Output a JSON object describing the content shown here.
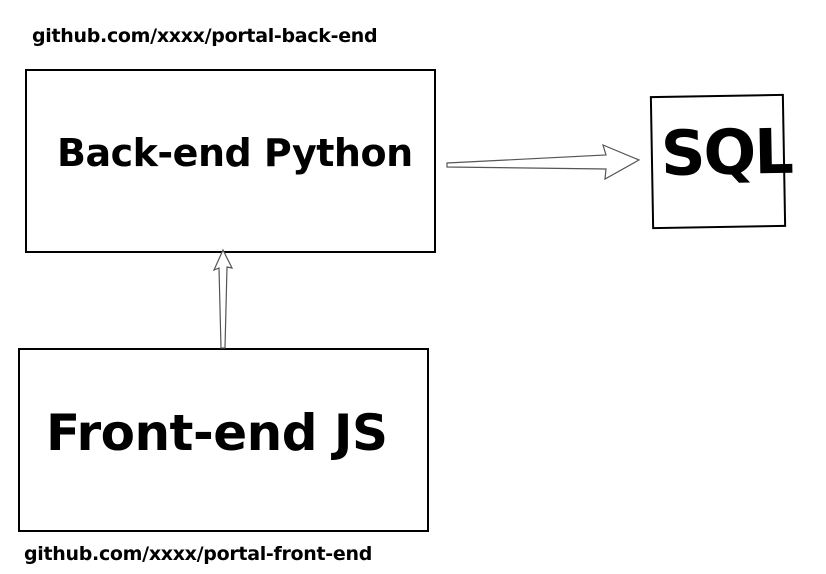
{
  "repos": {
    "backend": "github.com/xxxx/portal-back-end",
    "frontend": "github.com/xxxx/portal-front-end"
  },
  "nodes": {
    "backend": "Back-end Python",
    "frontend": "Front-end JS",
    "database": "SQL"
  },
  "edges": [
    {
      "from": "frontend",
      "to": "backend"
    },
    {
      "from": "backend",
      "to": "database"
    }
  ],
  "colors": {
    "stroke": "#000000",
    "arrow_stroke": "#555555",
    "background": "#ffffff"
  }
}
